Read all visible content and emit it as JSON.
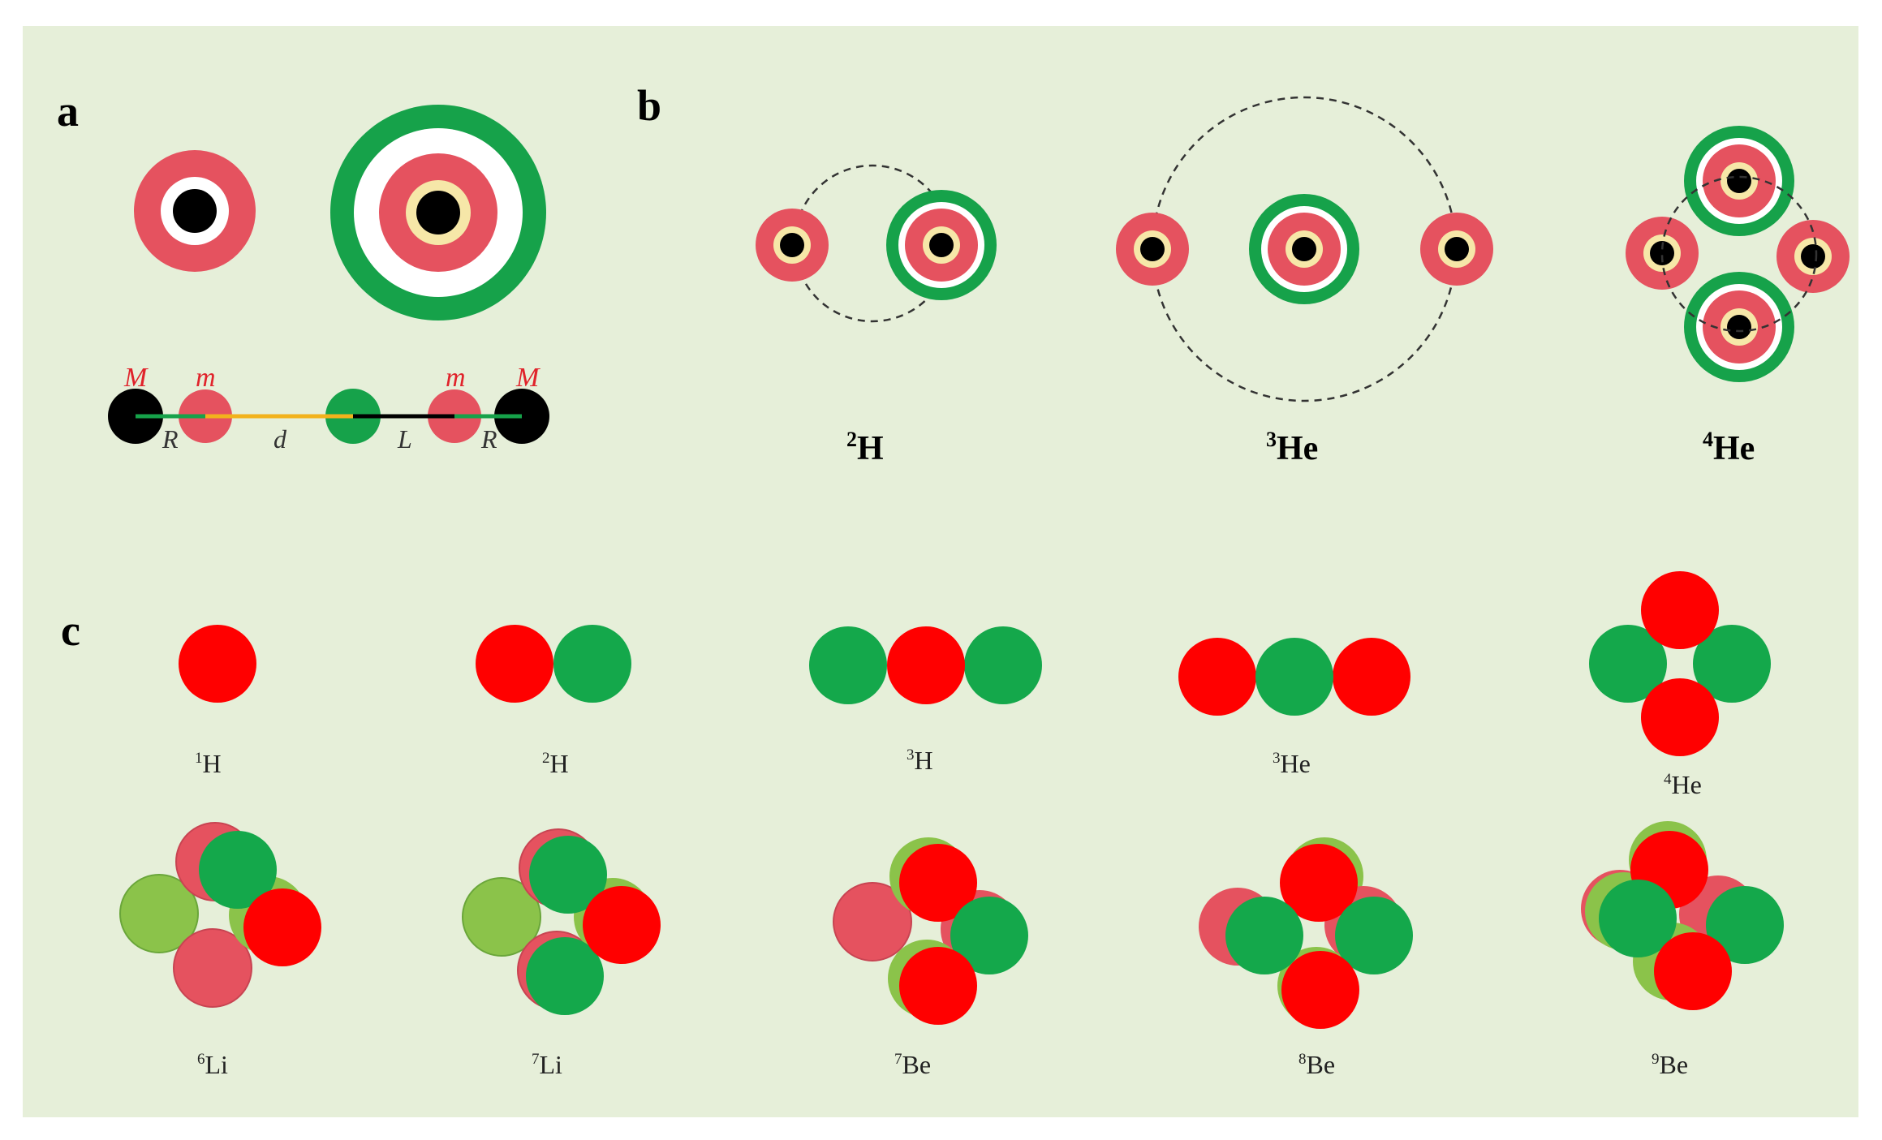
{
  "panels": {
    "a": "a",
    "b": "b",
    "c": "c"
  },
  "panel_a": {
    "labels": {
      "M_left": "M",
      "m_left": "m",
      "m_right": "m",
      "M_right": "M"
    },
    "distances": {
      "R_left": "R",
      "d": "d",
      "L": "L",
      "R_right": "R"
    }
  },
  "panel_b": {
    "isotopes": [
      {
        "sup": "2",
        "sym": "H"
      },
      {
        "sup": "3",
        "sym": "He"
      },
      {
        "sup": "4",
        "sym": "He"
      }
    ]
  },
  "panel_c": {
    "isotopes": [
      {
        "sup": "1",
        "sym": "H"
      },
      {
        "sup": "2",
        "sym": "H"
      },
      {
        "sup": "3",
        "sym": "H"
      },
      {
        "sup": "3",
        "sym": "He"
      },
      {
        "sup": "4",
        "sym": "He"
      },
      {
        "sup": "6",
        "sym": "Li"
      },
      {
        "sup": "7",
        "sym": "Li"
      },
      {
        "sup": "7",
        "sym": "Be"
      },
      {
        "sup": "8",
        "sym": "Be"
      },
      {
        "sup": "9",
        "sym": "Be"
      }
    ]
  },
  "colors": {
    "background": "#e6efd9",
    "proton": "#ff0000",
    "neutron": "#14a84b",
    "pink": "#e5525f",
    "light_green": "#8bc34a",
    "shell_green": "#16a24a",
    "core": "#000000",
    "yellow": "#f2b21c"
  }
}
